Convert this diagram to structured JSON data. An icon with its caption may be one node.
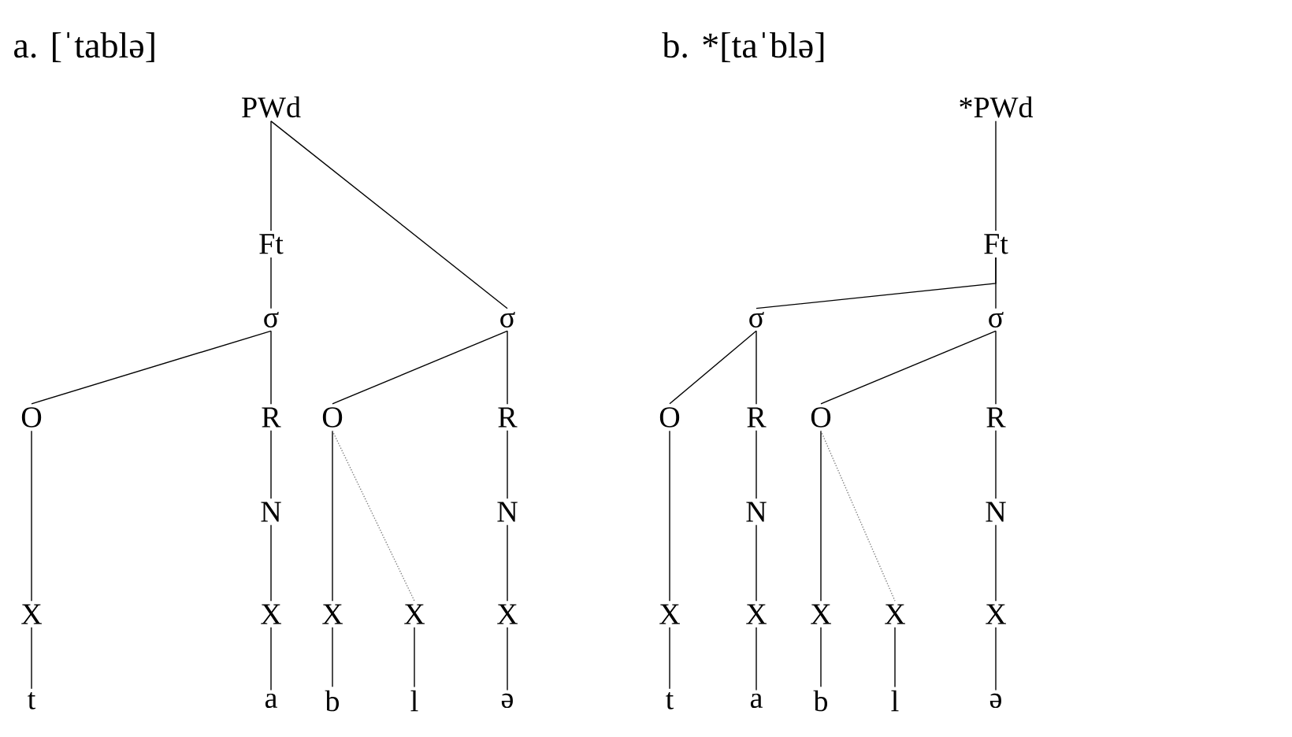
{
  "diagram": {
    "nodes": [
      {
        "text": [
          "PWd"
        ]
      },
      {
        "text": [
          "Ft"
        ]
      },
      {
        "text": [
          "σ"
        ]
      },
      {
        "text": [
          "σ"
        ]
      },
      {
        "text": [
          "O"
        ]
      },
      {
        "text": [
          "R"
        ]
      },
      {
        "text": [
          "O"
        ]
      },
      {
        "text": [
          "R"
        ]
      },
      {
        "text": [
          "N"
        ]
      },
      {
        "text": [
          "N"
        ]
      },
      {
        "text": [
          "X"
        ]
      },
      {
        "text": [
          "X"
        ]
      },
      {
        "text": [
          "X"
        ]
      },
      {
        "text": [
          "X"
        ]
      },
      {
        "text": [
          "X"
        ]
      },
      {
        "text": [
          "t"
        ]
      },
      {
        "text": [
          "a"
        ]
      },
      {
        "text": [
          "b"
        ]
      },
      {
        "text": [
          "l"
        ]
      },
      {
        "text": [
          "ə"
        ]
      },
      {
        "text": [
          "*PWd"
        ]
      },
      {
        "text": [
          "Ft"
        ]
      },
      {
        "text": [
          "σ"
        ]
      },
      {
        "text": [
          "σ"
        ]
      },
      {
        "text": [
          "O"
        ]
      },
      {
        "text": [
          "R"
        ]
      },
      {
        "text": [
          "O"
        ]
      },
      {
        "text": [
          "R"
        ]
      },
      {
        "text": [
          "N"
        ]
      },
      {
        "text": [
          "N"
        ]
      },
      {
        "text": [
          "X"
        ]
      },
      {
        "text": [
          "X"
        ]
      },
      {
        "text": [
          "X"
        ]
      },
      {
        "text": [
          "X"
        ]
      },
      {
        "text": [
          "X"
        ]
      },
      {
        "text": [
          "t"
        ]
      },
      {
        "text": [
          "a"
        ]
      },
      {
        "text": [
          "b"
        ]
      },
      {
        "text": [
          "l"
        ]
      },
      {
        "text": [
          "ə"
        ]
      }
    ],
    "edges": [
      {
        "from": 0,
        "to": 1,
        "arrow": "none"
      },
      {
        "from": 0,
        "to": 3,
        "arrow": "none"
      },
      {
        "from": 1,
        "to": 2,
        "arrow": "none"
      },
      {
        "from": 2,
        "to": 4,
        "arrow": "none"
      },
      {
        "from": 2,
        "to": 5,
        "arrow": "none"
      },
      {
        "from": 3,
        "to": 6,
        "arrow": "none"
      },
      {
        "from": 3,
        "to": 7,
        "arrow": "none"
      },
      {
        "from": 4,
        "to": 10,
        "arrow": "none"
      },
      {
        "from": 5,
        "to": 8,
        "arrow": "none"
      },
      {
        "from": 8,
        "to": 11,
        "arrow": "none"
      },
      {
        "from": 6,
        "to": 12,
        "arrow": "none"
      },
      {
        "from": 6,
        "to": 13,
        "arrow": "none",
        "style": "dashed",
        "color": "#808080"
      },
      {
        "from": 7,
        "to": 9,
        "arrow": "none"
      },
      {
        "from": 9,
        "to": 14,
        "arrow": "none"
      },
      {
        "from": 10,
        "to": 15,
        "arrow": "none"
      },
      {
        "from": 11,
        "to": 16,
        "arrow": "none"
      },
      {
        "from": 12,
        "to": 17,
        "arrow": "none"
      },
      {
        "from": 13,
        "to": 18,
        "arrow": "none"
      },
      {
        "from": 14,
        "to": 19,
        "arrow": "none"
      },
      {
        "from": 20,
        "to": 21,
        "arrow": "none"
      },
      {
        "from": 21,
        "to": 22,
        "arrow": "none"
      },
      {
        "from": 21,
        "to": 23,
        "arrow": "none"
      },
      {
        "from": 22,
        "to": 24,
        "arrow": "none"
      },
      {
        "from": 22,
        "to": 25,
        "arrow": "none"
      },
      {
        "from": 23,
        "to": 26,
        "arrow": "none"
      },
      {
        "from": 23,
        "to": 27,
        "arrow": "none"
      },
      {
        "from": 24,
        "to": 30,
        "arrow": "none"
      },
      {
        "from": 25,
        "to": 28,
        "arrow": "none"
      },
      {
        "from": 28,
        "to": 31,
        "arrow": "none"
      },
      {
        "from": 26,
        "to": 32,
        "arrow": "none"
      },
      {
        "from": 26,
        "to": 33,
        "arrow": "none",
        "style": "dashed",
        "color": "#808080"
      },
      {
        "from": 27,
        "to": 29,
        "arrow": "none"
      },
      {
        "from": 29,
        "to": 34,
        "arrow": "none"
      },
      {
        "from": 30,
        "to": 35,
        "arrow": "none"
      },
      {
        "from": 31,
        "to": 36,
        "arrow": "none"
      },
      {
        "from": 32,
        "to": 37,
        "arrow": "none"
      },
      {
        "from": 33,
        "to": 38,
        "arrow": "none"
      },
      {
        "from": 34,
        "to": 39,
        "arrow": "none"
      }
    ],
    "labels": [
      "a. [ˈtablə]",
      "b. *[taˈblə]"
    ]
  }
}
